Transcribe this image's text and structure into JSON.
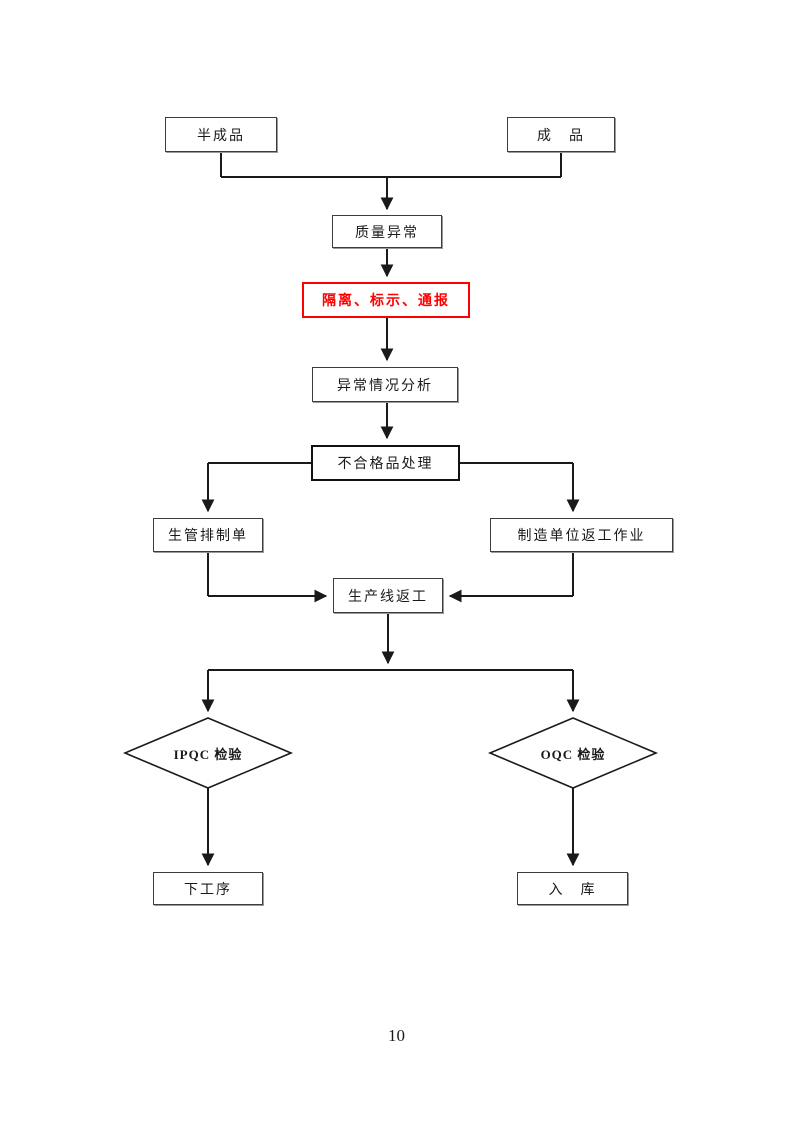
{
  "page": {
    "number": "10"
  },
  "colors": {
    "line": "#1a1a1a",
    "box_border": "#3d3d3d",
    "accent_red": "#ff0000",
    "text": "#1a1a1a",
    "background": "#ffffff"
  },
  "flowchart": {
    "nodes": {
      "semi_finished": {
        "label": "半成品"
      },
      "finished": {
        "label": "成　品"
      },
      "quality_abnormal": {
        "label": "质量异常"
      },
      "isolate_mark_notify": {
        "label": "隔离、标示、通报"
      },
      "abnormal_analysis": {
        "label": "异常情况分析"
      },
      "nonconforming_handling": {
        "label": "不合格品处理"
      },
      "production_control_order": {
        "label": "生管排制单"
      },
      "mfg_unit_rework": {
        "label": "制造单位返工作业"
      },
      "production_line_rework": {
        "label": "生产线返工"
      },
      "ipqc_inspection": {
        "label": "IPQC 检验"
      },
      "oqc_inspection": {
        "label": "OQC 检验"
      },
      "next_process": {
        "label": "下工序"
      },
      "warehouse_in": {
        "label": "入　库"
      }
    }
  }
}
